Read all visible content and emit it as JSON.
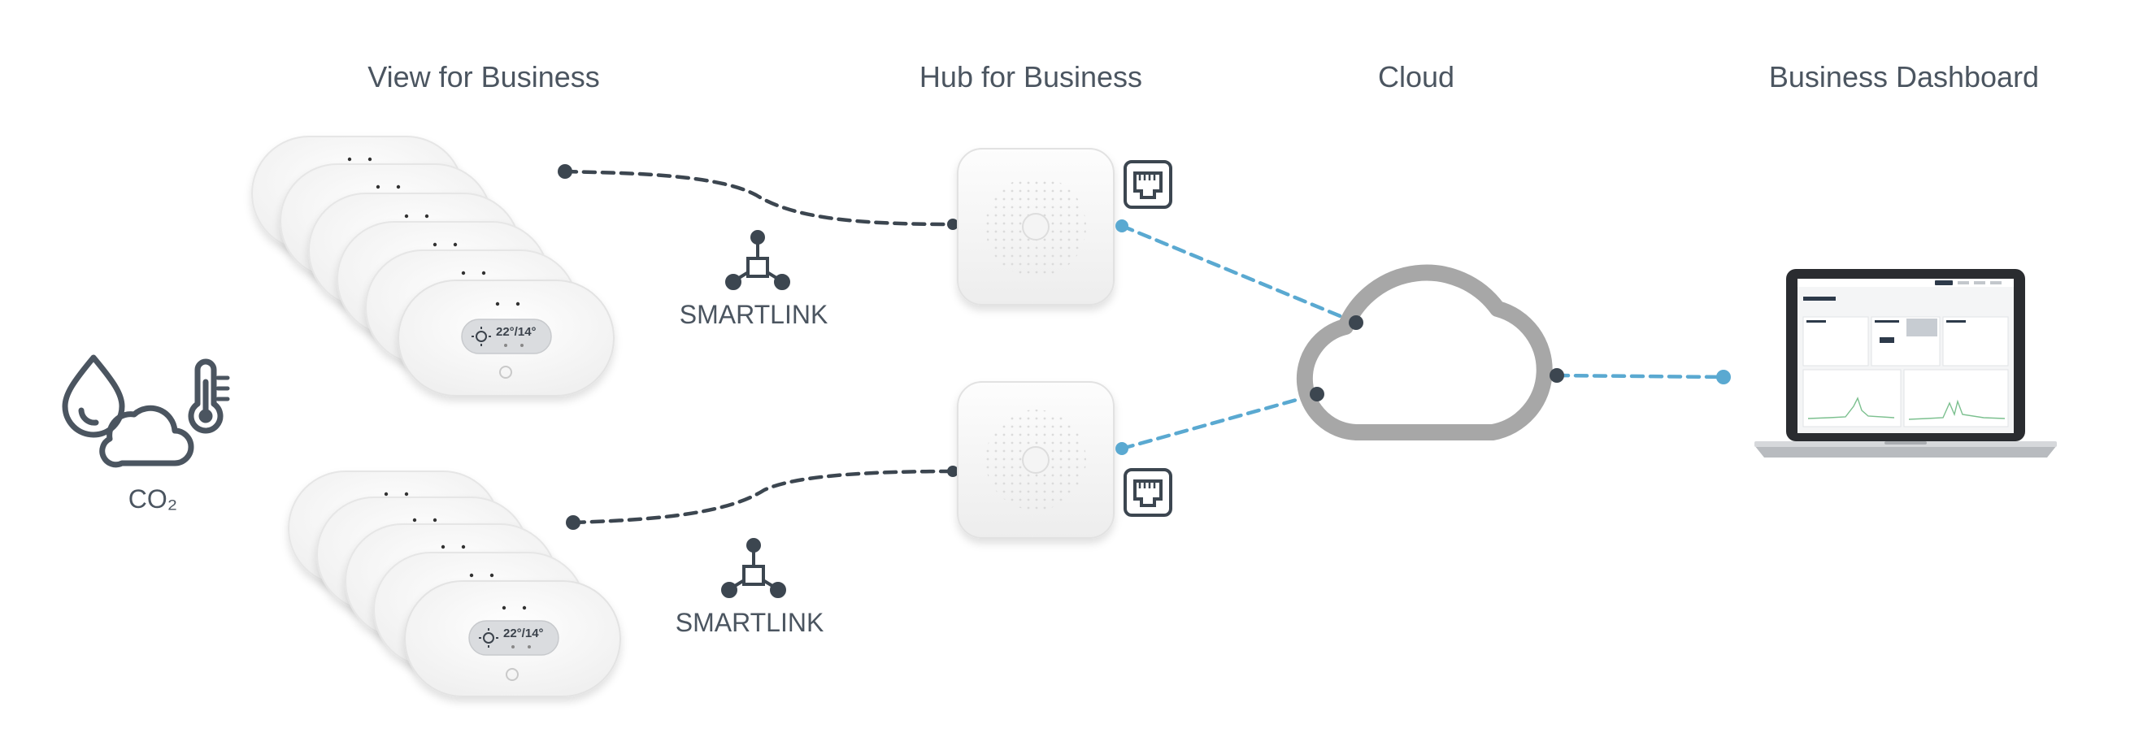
{
  "columns": {
    "view": "View for Business",
    "hub": "Hub for Business",
    "cloud": "Cloud",
    "dashboard": "Business Dashboard"
  },
  "sensors": {
    "co2_label": "CO₂",
    "icons": [
      "water-drop-icon",
      "cloud-icon",
      "thermometer-icon"
    ]
  },
  "links": {
    "top_label": "SMARTLINK",
    "bottom_label": "SMARTLINK"
  },
  "device": {
    "display_top": "22°/14°",
    "display_bottom": "22°/14°"
  },
  "colors": {
    "dark_line": "#3c4650",
    "blue_line": "#5aa9d1",
    "cloud_stroke": "#a7a7a7",
    "text": "#4b5560"
  }
}
